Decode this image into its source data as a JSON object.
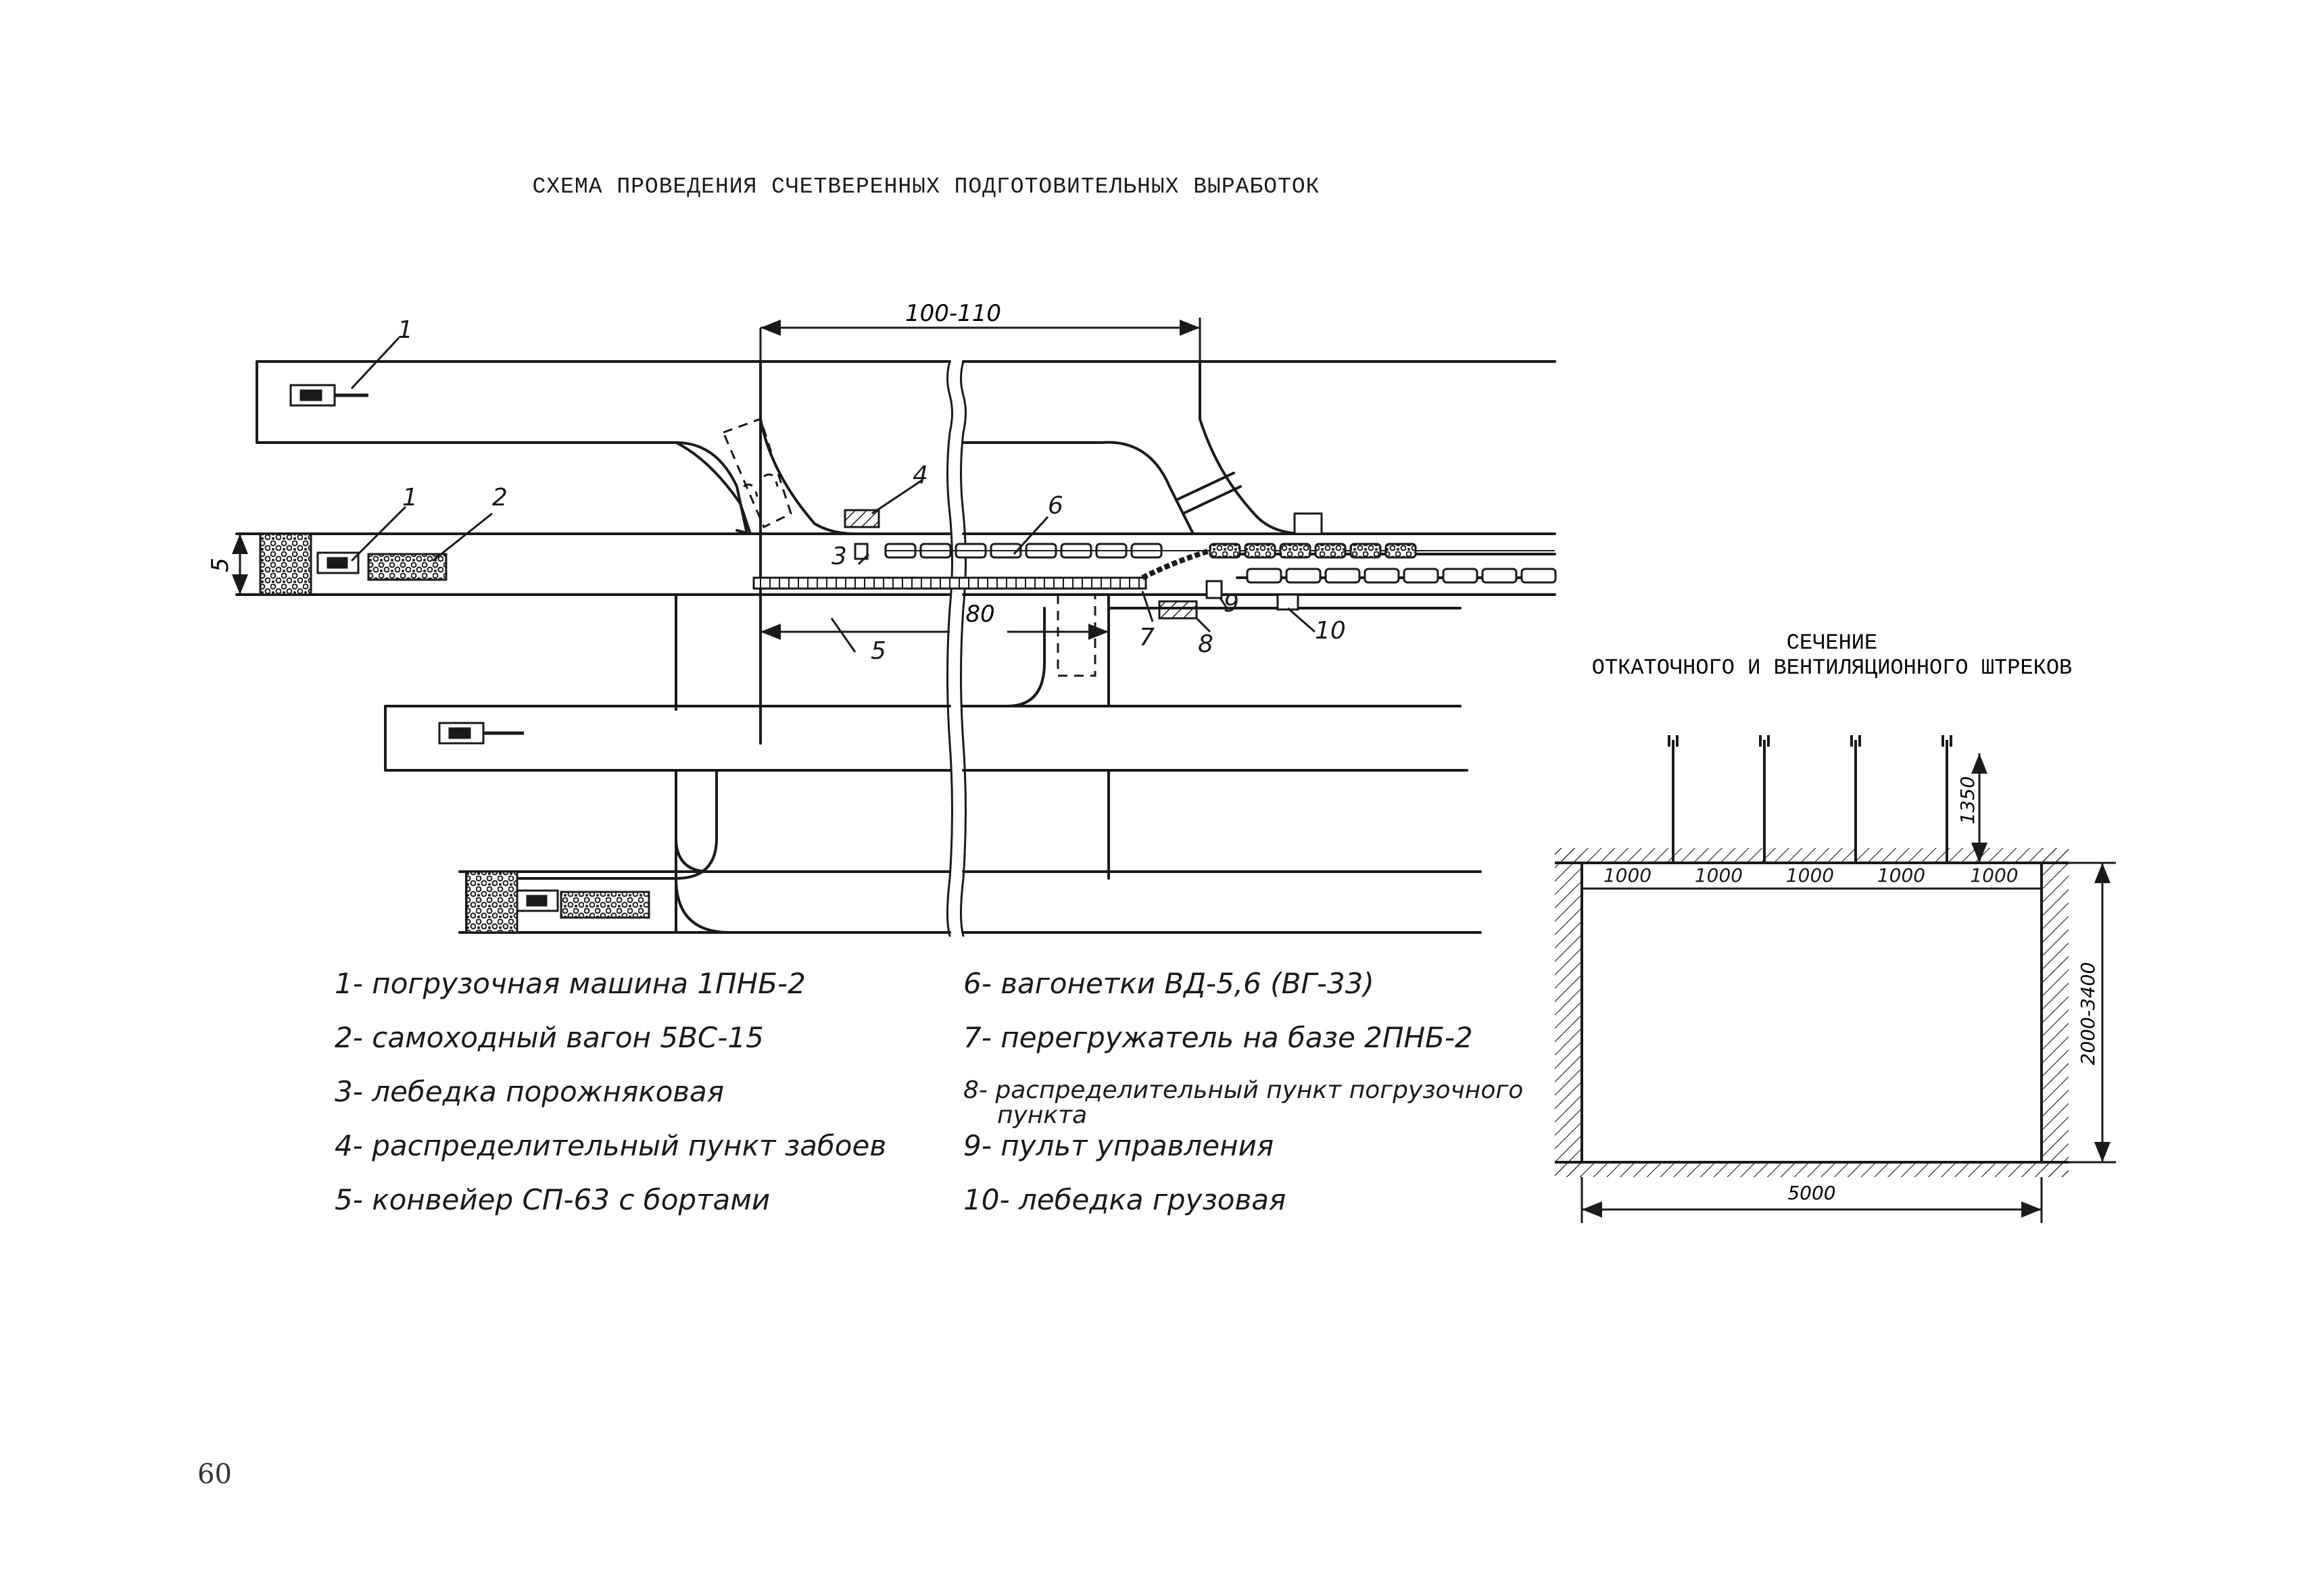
{
  "title": "СХЕМА ПРОВЕДЕНИЯ СЧЕТВЕРЕННЫХ ПОДГОТОВИТЕЛЬНЫХ ВЫРАБОТОК",
  "dimensions": {
    "top": "100-110",
    "middle": "80",
    "left_height": "5"
  },
  "callouts": [
    "1",
    "2",
    "3",
    "4",
    "5",
    "6",
    "7",
    "8",
    "9",
    "10"
  ],
  "legend_left": [
    "1- погрузочная машина 1ПНБ-2",
    "2- самоходный вагон 5ВС-15",
    "3- лебедка порожняковая",
    "4- распределительный пункт забоев",
    "5- конвейер СП-63 с бортами"
  ],
  "legend_right": [
    "6- вагонетки ВД-5,6 (ВГ-33)",
    "7- перегружатель на базе 2ПНБ-2",
    "8- распределительный пункт погрузочного",
    "пункта",
    "9- пульт управления",
    "10- лебедка грузовая"
  ],
  "section": {
    "title_line1": "СЕЧЕНИЕ",
    "title_line2": "ОТКАТОЧНОГО И ВЕНТИЛЯЦИОННОГО ШТРЕКОВ",
    "spacing": [
      "1000",
      "1000",
      "1000",
      "1000",
      "1000"
    ],
    "bolt_length": "1350",
    "width": "5000",
    "height": "2000-3400"
  },
  "page_number": "60"
}
